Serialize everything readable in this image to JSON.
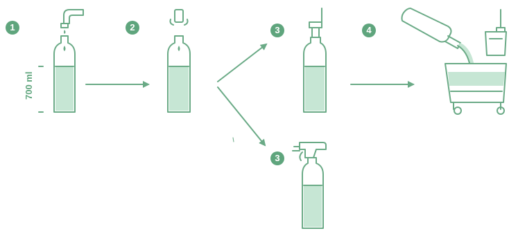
{
  "steps": [
    {
      "number": "1"
    },
    {
      "number": "2"
    },
    {
      "number": "3"
    },
    {
      "number": "4"
    },
    {
      "number": "3"
    }
  ],
  "volume_label": "700 ml",
  "colors": {
    "accent": "#5fa57d",
    "line": "#6aaa86",
    "liquid": "#c6e6d4"
  },
  "icons": [
    "dispenser-tap-icon",
    "bottle-icon",
    "bottle-cap-icon",
    "pump-bottle-icon",
    "spray-bottle-icon",
    "mop-bucket-icon",
    "arrow-icon"
  ]
}
